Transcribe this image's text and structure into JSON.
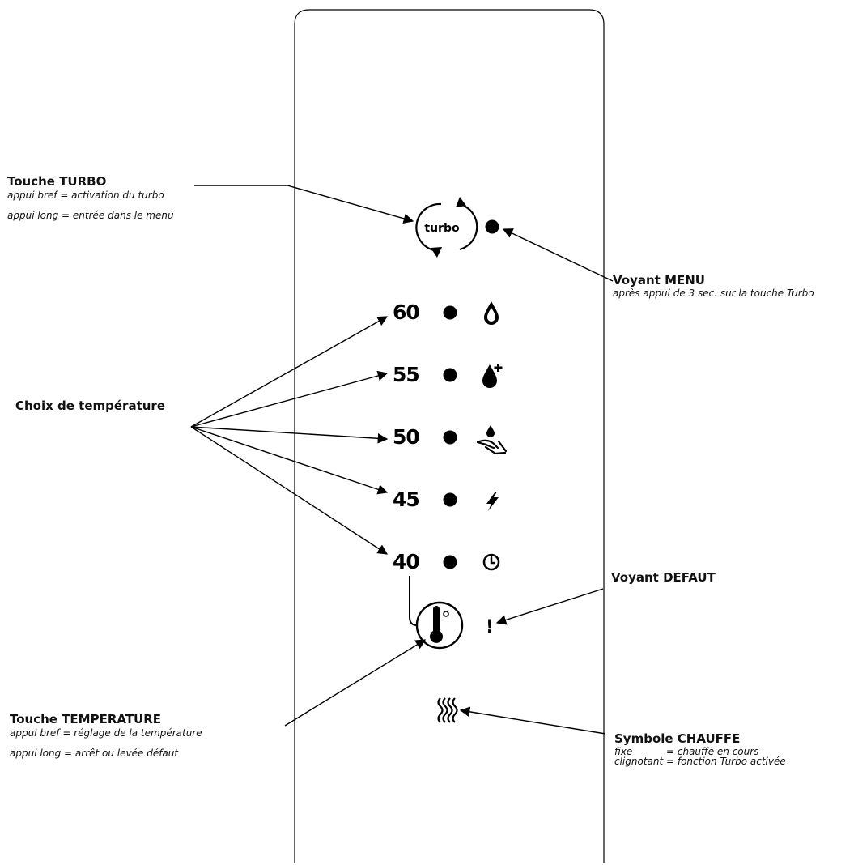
{
  "turbo_key": {
    "title": "Touche TURBO",
    "short_press": "appui bref = activation du turbo",
    "long_press": "appui long = entrée dans le menu",
    "button_label": "turbo"
  },
  "menu_led": {
    "title": "Voyant MENU",
    "desc": "après appui de 3 sec. sur la touche Turbo"
  },
  "temperature_choice": {
    "title": "Choix de température",
    "levels": [
      {
        "value": "60",
        "icon": "water-drop-icon"
      },
      {
        "value": "55",
        "icon": "water-drop-plus-icon"
      },
      {
        "value": "50",
        "icon": "hand-drop-icon"
      },
      {
        "value": "45",
        "icon": "lightning-icon"
      },
      {
        "value": "40",
        "icon": "clock-icon"
      }
    ]
  },
  "default_led": {
    "title": "Voyant DEFAUT",
    "symbol": "!"
  },
  "temperature_key": {
    "title": "Touche TEMPERATURE",
    "short_press": "appui bref = réglage de la température",
    "long_press": "appui long = arrêt ou levée défaut",
    "icon": "thermometer-icon"
  },
  "heating_symbol": {
    "title": "Symbole CHAUFFE",
    "fixed_label": "fixe",
    "fixed_desc": "= chauffe en cours",
    "blink_label": "clignotant",
    "blink_desc": "= fonction Turbo activée",
    "icon": "heat-waves-icon"
  }
}
